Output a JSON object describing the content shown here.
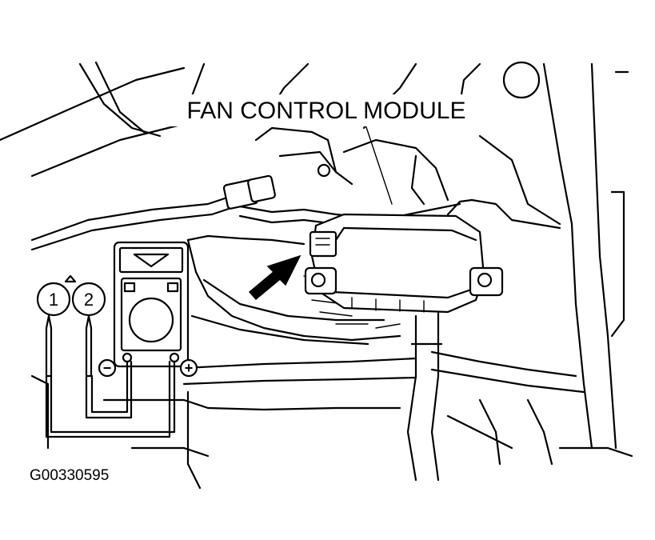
{
  "diagram": {
    "title": "FAN CONTROL MODULE",
    "figure_id": "G00330595",
    "probes": [
      {
        "label": "1"
      },
      {
        "label": "2"
      }
    ],
    "meter": {
      "minus_symbol": "−",
      "plus_symbol": "+"
    }
  }
}
